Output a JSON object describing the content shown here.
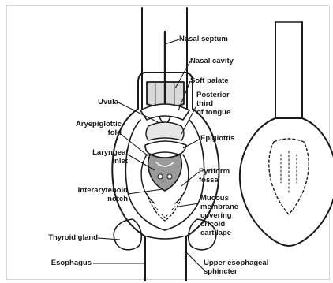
{
  "figure": {
    "labels": {
      "nasal_septum": "Nasal septum",
      "nasal_cavity": "Nasal cavity",
      "soft_palate": "Soft palate",
      "uvula": "Uvula",
      "posterior_third_1": "Posterior",
      "posterior_third_2": "third",
      "posterior_third_3": "of tongue",
      "aryepiglottic_1": "Aryepiglottic",
      "aryepiglottic_2": "fold",
      "epiglottis": "Epiglottis",
      "laryngeal_1": "Laryngeal",
      "laryngeal_2": "inlet",
      "pyriform_1": "Pyriform",
      "pyriform_2": "fossa",
      "interarytenoid_1": "Interarytenoid",
      "interarytenoid_2": "notch",
      "mucous_1": "Mucous",
      "mucous_2": "membrane",
      "mucous_3": "covering",
      "mucous_4": "cricoid",
      "mucous_5": "cartilage",
      "thyroid_gland": "Thyroid gland",
      "esophagus": "Esophagus",
      "upper_esophageal_1": "Upper esophageal",
      "upper_esophageal_2": "sphincter"
    }
  }
}
